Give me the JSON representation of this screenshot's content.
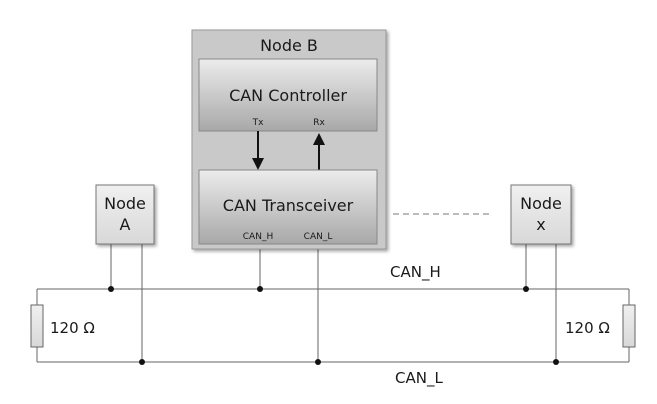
{
  "node_b": {
    "title": "Node B",
    "controller_label": "CAN Controller",
    "transceiver_label": "CAN Transceiver",
    "tx_label": "Tx",
    "rx_label": "Rx",
    "canh_pin_label": "CAN_H",
    "canl_pin_label": "CAN_L"
  },
  "node_a": {
    "label_line1": "Node",
    "label_line2": "A"
  },
  "node_x": {
    "label_line1": "Node",
    "label_line2": "x"
  },
  "bus": {
    "high_label": "CAN_H",
    "low_label": "CAN_L"
  },
  "terminators": {
    "left_label": "120 Ω",
    "right_label": "120 Ω"
  },
  "colors": {
    "node_b_bg": "#c8c8c8",
    "inner_box_gradient_top": "#e9e9e9",
    "inner_box_gradient_bottom": "#a9a9a9",
    "line": "#555555"
  }
}
